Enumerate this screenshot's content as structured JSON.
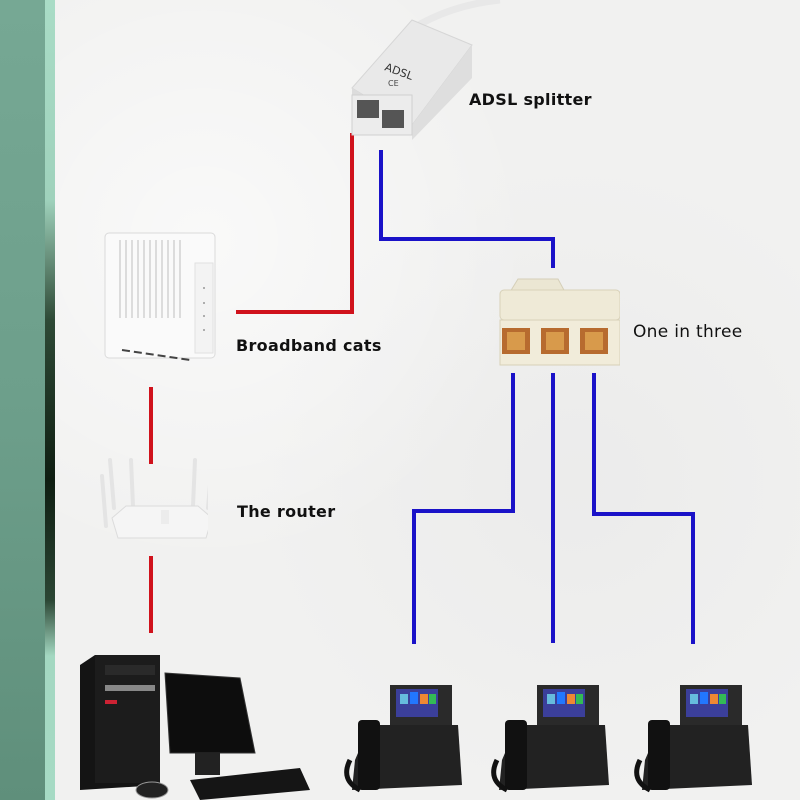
{
  "labels": {
    "adsl_splitter": "ADSL splitter",
    "broadband_cats": "Broadband cats",
    "one_in_three": "One in three",
    "router": "The router"
  },
  "devices": {
    "splitter_brand_text": "ADSL",
    "splitter_mark": "CE"
  },
  "colors": {
    "red_line": "#d0121c",
    "blue_line": "#1a12c8",
    "side_band": "#6d9f8b",
    "background": "#f1f1f0"
  },
  "diagram": {
    "nodes": [
      "ADSL splitter",
      "Broadband cats",
      "The router",
      "Computer",
      "One in three",
      "Phone 1",
      "Phone 2",
      "Phone 3"
    ],
    "edges": [
      {
        "from": "ADSL splitter",
        "to": "Broadband cats",
        "color": "red"
      },
      {
        "from": "Broadband cats",
        "to": "The router",
        "color": "red"
      },
      {
        "from": "The router",
        "to": "Computer",
        "color": "red"
      },
      {
        "from": "ADSL splitter",
        "to": "One in three",
        "color": "blue"
      },
      {
        "from": "One in three",
        "to": "Phone 1",
        "color": "blue"
      },
      {
        "from": "One in three",
        "to": "Phone 2",
        "color": "blue"
      },
      {
        "from": "One in three",
        "to": "Phone 3",
        "color": "blue"
      }
    ]
  }
}
